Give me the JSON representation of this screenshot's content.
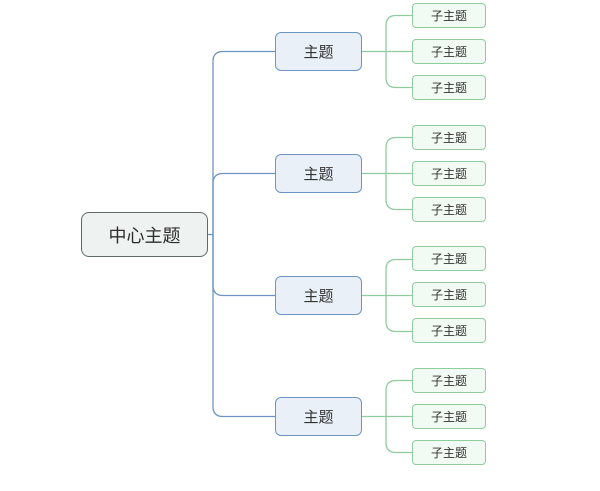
{
  "central": {
    "label": "中心主题"
  },
  "topics": [
    {
      "label": "主题",
      "subtopics": [
        "子主题",
        "子主题",
        "子主题"
      ]
    },
    {
      "label": "主题",
      "subtopics": [
        "子主题",
        "子主题",
        "子主题"
      ]
    },
    {
      "label": "主题",
      "subtopics": [
        "子主题",
        "子主题",
        "子主题"
      ]
    },
    {
      "label": "主题",
      "subtopics": [
        "子主题",
        "子主题",
        "子主题"
      ]
    }
  ],
  "colors": {
    "central_border": "#5f6b66",
    "topic_line": "#6d95c4",
    "subtopic_line": "#8fcc9e"
  }
}
